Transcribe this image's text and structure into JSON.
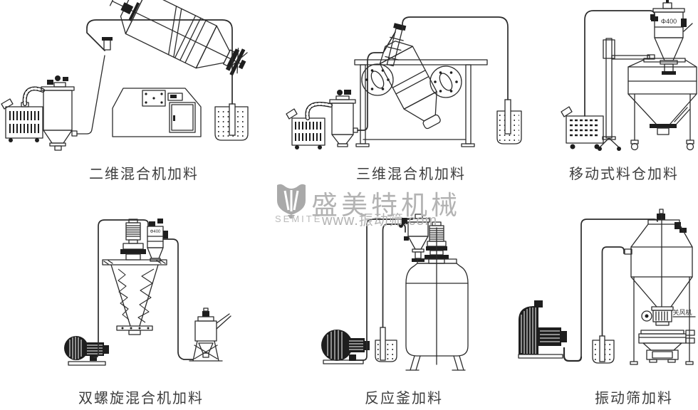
{
  "watermark": {
    "logo": "semite-shield-logo",
    "brand": "盛美特机械",
    "brand_en": "SEMITE",
    "website": "www.振动筛.com",
    "color": "#b3b3b3"
  },
  "labels": {
    "feeder_size": "Φ400",
    "rotary_valve": "关风机"
  },
  "colors": {
    "line": "#2b2b2b",
    "dark_fill": "#1e1e1e",
    "caption": "#3d3d3d",
    "background": "#ffffff"
  },
  "diagrams": [
    {
      "id": "2d-mixer",
      "caption": "二维混合机加料"
    },
    {
      "id": "3d-mixer",
      "caption": "三维混合机加料"
    },
    {
      "id": "mobile-silo",
      "caption": "移动式料仓加料"
    },
    {
      "id": "double-screw-mixer",
      "caption": "双螺旋混合机加料"
    },
    {
      "id": "reactor",
      "caption": "反应釜加料"
    },
    {
      "id": "vibrating-screen",
      "caption": "振动筛加料"
    }
  ]
}
